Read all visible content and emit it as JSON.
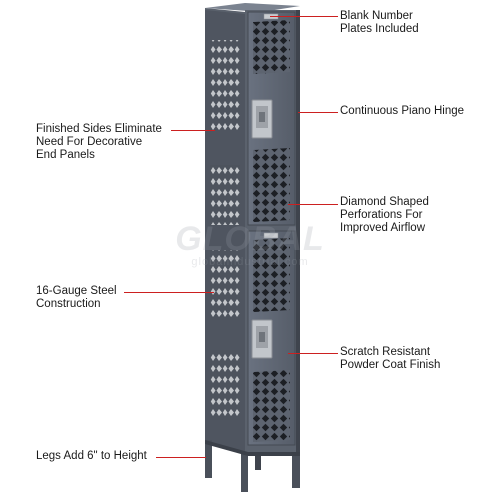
{
  "product": {
    "name": "Two-tier ventilated steel locker",
    "colors": {
      "body": "#5d6470",
      "body_light": "#737b88",
      "body_dark": "#454b55",
      "callout_line": "#cc2020",
      "text": "#1a1a1a"
    }
  },
  "callouts": [
    {
      "id": "number-plates",
      "text": "Blank Number\nPlates Included"
    },
    {
      "id": "piano-hinge",
      "text": "Continuous Piano Hinge"
    },
    {
      "id": "finished-sides",
      "text": "Finished Sides Eliminate\nNeed For Decorative\nEnd Panels"
    },
    {
      "id": "diamond-perforations",
      "text": "Diamond Shaped\nPerforations For\nImproved Airflow"
    },
    {
      "id": "gauge-steel",
      "text": "16-Gauge Steel\nConstruction"
    },
    {
      "id": "powder-coat",
      "text": "Scratch Resistant\nPowder Coat Finish"
    },
    {
      "id": "legs",
      "text": "Legs Add 6\" to Height"
    }
  ],
  "watermark": {
    "brand": "GLOBAL",
    "url": "globalindustrial.com"
  },
  "icons": [
    "padlock-hasp-icon",
    "number-plate-icon",
    "diamond-vent-icon"
  ]
}
